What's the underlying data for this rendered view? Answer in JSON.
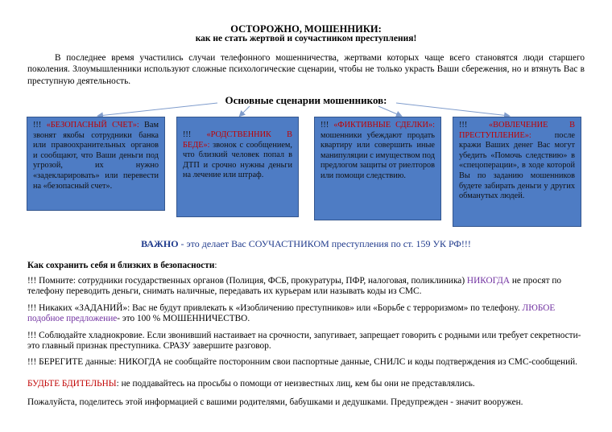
{
  "title": "ОСТОРОЖНО, МОШЕННИКИ:",
  "subtitle": "как не стать жертвой и соучастником преступления!",
  "intro": "В последнее время участились случаи телефонного мошенничества, жертвами которых чаще всего становятся люди старшего поколения. Злоумышленники используют сложные психологические сценарии, чтобы не только украсть Ваши сбережения, но и втянуть Вас в преступную деятельность.",
  "section_heading": "Основные сценарии мошенников:",
  "cards": [
    {
      "prefix": "!!! ",
      "highlight": "«БЕЗОПАСНЫЙ СЧЕТ»:",
      "text": " Вам звонят якобы сотрудники банка или правоохранительных органов и сообщают, что Ваши деньги под угрозой, их нужно «задекларировать» или перевести на «безопасный счет»."
    },
    {
      "prefix": "!!! ",
      "highlight": "«РОДСТВЕННИК В БЕДЕ»:",
      "text": " звонок с сообщением, что близкий человек попал в ДТП и срочно нужны деньги на лечение или штраф."
    },
    {
      "prefix": "!!! ",
      "highlight": "«ФИКТИВНЫЕ СДЕЛКИ»:",
      "text": " мошенники убеждают продать квартиру или совершить иные манипуляции с имуществом под предлогом защиты от риелторов или помощи следствию."
    },
    {
      "prefix": "!!! ",
      "highlight": "«ВОВЛЕЧЕНИЕ В ПРЕСТУПЛЕНИЕ»:",
      "text": " после кражи Ваших денег Вас могут убедить «Помочь следствию» в «спецоперации», в ходе которой Вы по заданию мошенников будете забирать деньги у других обманутых людей."
    }
  ],
  "important": {
    "label": "ВАЖНО",
    "separator": " - ",
    "text": "это делает Вас СОУЧАСТНИКОМ преступления по ст. 159 УК РФ!!!"
  },
  "safety_heading": "Как сохранить себя и близких в безопасности",
  "safety_heading_colon": ":",
  "tips": {
    "p1_a": "!!! Помните: сотрудники государственных органов (Полиция, ФСБ, прокуратуры, ПФР, налоговая, поликлиника) ",
    "p1_never": "НИКОГДА",
    "p1_b": " не просят по телефону переводить деньги, снимать наличные, передавать их курьерам или называть коды из СМС.",
    "p2_a": "!!! Никаких «ЗАДАНИЙ»: Вас не будут привлекать к «Изобличению преступников» или «Борьбе с терроризмом» по телефону. ",
    "p2_purple": "ЛЮБОЕ подобное предложение",
    "p2_b": "- это 100 % МОШЕННИЧЕСТВО.",
    "p3": "!!! Соблюдайте хладнокровие. Если звонивший настаивает на срочности, запугивает, запрещает говорить с родными или требует секретности- это главный признак преступника. СРАЗУ завершите разговор.",
    "p4": "!!! БЕРЕГИТЕ данные: НИКОГДА не сообщайте посторонним свои паспортные данные, СНИЛС и коды подтверждения из СМС-сообщений.",
    "p5_red": "БУДЬТЕ БДИТЕЛЬНЫ",
    "p5_b": ": не поддавайтесь на просьбы о помощи от неизвестных лиц, кем бы они не представлялись.",
    "p6": "Пожалуйста, поделитесь этой информацией с вашими родителями, бабушками и дедушками. Предупрежден - значит вооружен."
  },
  "colors": {
    "card_fill": "#4e7cc4",
    "card_border": "#34568e",
    "highlight_red": "#c00000",
    "important_blue": "#1f3a8c",
    "purple": "#7030a0"
  }
}
